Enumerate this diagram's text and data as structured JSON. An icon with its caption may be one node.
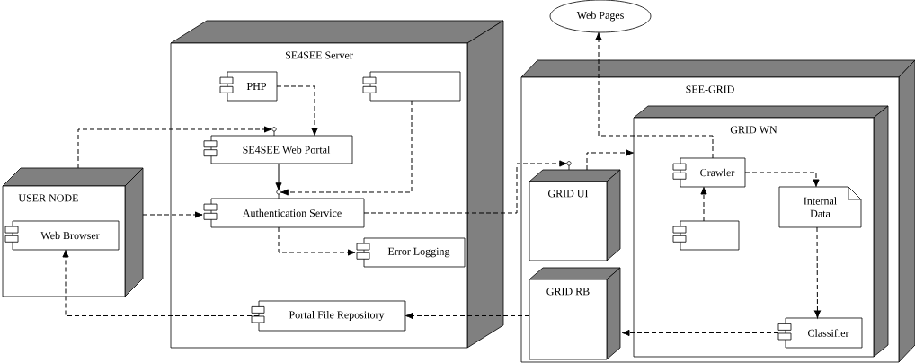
{
  "diagram": {
    "nodes": [
      {
        "text": [
          "USER NODE"
        ]
      },
      {
        "text": [
          "Web Browser"
        ],
        "in": 0
      },
      {
        "text": [
          "SE4SEE Server"
        ]
      },
      {
        "text": [
          "PHP"
        ],
        "in": 2
      },
      {
        "text": [],
        "shape": "box",
        "in": 2
      },
      {
        "text": [
          "SE4SEE Web Portal"
        ],
        "in": 2
      },
      {
        "text": [
          "Authentication Service"
        ],
        "in": 2
      },
      {
        "text": [
          "Error Logging"
        ],
        "in": 2
      },
      {
        "text": [
          "Portal File Repository"
        ],
        "in": 2
      },
      {
        "text": [
          "Web Pages"
        ]
      },
      {
        "text": [
          "SEE-GRID"
        ]
      },
      {
        "text": [
          "GRID UI"
        ],
        "in": 10
      },
      {
        "text": [
          "GRID RB"
        ],
        "in": 10
      },
      {
        "text": [
          "GRID WN"
        ],
        "in": 10
      },
      {
        "text": [
          "Crawler"
        ],
        "in": 13
      },
      {
        "text": [
          "Internal Data"
        ],
        "in": 13
      },
      {
        "text": [],
        "shape": "box",
        "in": 13
      },
      {
        "text": [
          "Classifier"
        ],
        "in": 13
      }
    ],
    "edges": [
      {
        "from": 0,
        "to": 5,
        "arrow": "to",
        "style": "dashed"
      },
      {
        "from": 3,
        "to": 5,
        "arrow": "to",
        "style": "dashed"
      },
      {
        "from": 5,
        "to": 6,
        "arrow": "to"
      },
      {
        "from": 4,
        "to": 6,
        "arrow": "to",
        "style": "dashed"
      },
      {
        "from": 0,
        "to": 6,
        "arrow": "to",
        "style": "dashed"
      },
      {
        "from": 6,
        "to": 11,
        "arrow": "to",
        "style": "dashed"
      },
      {
        "from": 6,
        "to": 7,
        "arrow": "to",
        "style": "dashed"
      },
      {
        "from": 8,
        "to": 1,
        "arrow": "to",
        "style": "dashed"
      },
      {
        "from": 12,
        "to": 8,
        "arrow": "to",
        "style": "dashed"
      },
      {
        "from": 11,
        "to": 13,
        "arrow": "to",
        "style": "dashed"
      },
      {
        "from": 14,
        "to": 9,
        "arrow": "to",
        "style": "dashed"
      },
      {
        "from": 14,
        "to": 15,
        "arrow": "to",
        "style": "dashed"
      },
      {
        "from": 16,
        "to": 14,
        "arrow": "to",
        "style": "dashed"
      },
      {
        "from": 15,
        "to": 17,
        "arrow": "to",
        "style": "dashed"
      },
      {
        "from": 17,
        "to": 12,
        "arrow": "to",
        "style": "dashed"
      }
    ]
  }
}
